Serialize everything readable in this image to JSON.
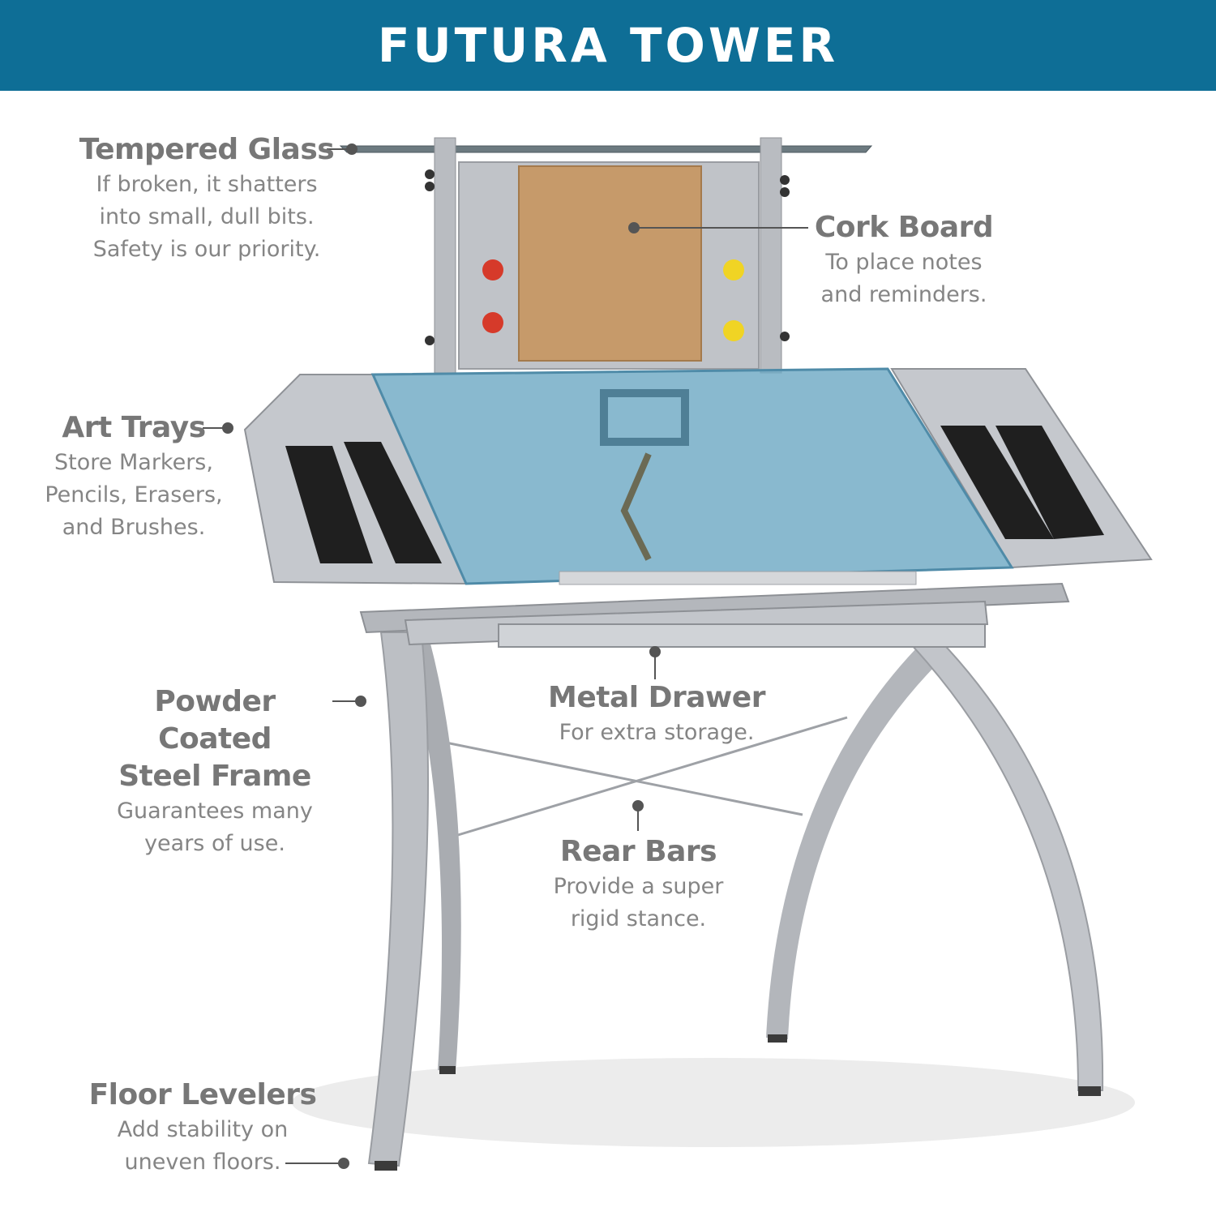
{
  "colors": {
    "banner": "#0e6e96",
    "label_text": "#7a7a7a",
    "frame": "#b9bcc1",
    "glass": "#6fa9c4",
    "cork": "#c69a6a",
    "magnet_red": "#d63a2a",
    "magnet_yellow": "#f0d424",
    "background": "#ffffff"
  },
  "header": {
    "title": "FUTURA TOWER"
  },
  "callouts": {
    "tempered_glass": {
      "title": "Tempered Glass",
      "desc": "If broken, it shatters\ninto small, dull bits.\nSafety is our priority."
    },
    "cork_board": {
      "title": "Cork Board",
      "desc": "To place notes\nand reminders."
    },
    "art_trays": {
      "title": "Art Trays",
      "desc": "Store Markers,\nPencils, Erasers,\nand Brushes."
    },
    "powder_coated": {
      "title": "Powder Coated\nSteel Frame",
      "desc": "Guarantees many\nyears of use."
    },
    "metal_drawer": {
      "title": "Metal Drawer",
      "desc": "For extra storage."
    },
    "rear_bars": {
      "title": "Rear Bars",
      "desc": "Provide a super\nrigid stance."
    },
    "floor_levelers": {
      "title": "Floor Levelers",
      "desc": "Add stability on\nuneven floors."
    }
  }
}
